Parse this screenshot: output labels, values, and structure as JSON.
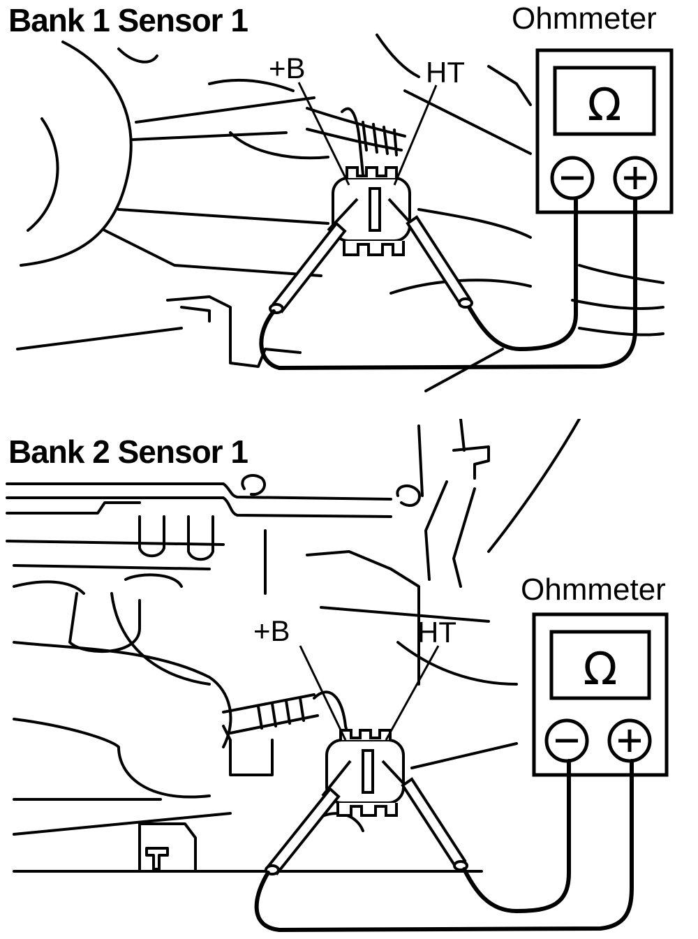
{
  "panels": [
    {
      "title": "Bank 1 Sensor 1",
      "meter_label": "Ohmmeter",
      "pin_labels": {
        "plus_b": "+B",
        "ht": "HT"
      },
      "meter_symbol": "Ω"
    },
    {
      "title": "Bank 2 Sensor 1",
      "meter_label": "Ohmmeter",
      "pin_labels": {
        "plus_b": "+B",
        "ht": "HT"
      },
      "meter_symbol": "Ω"
    }
  ]
}
